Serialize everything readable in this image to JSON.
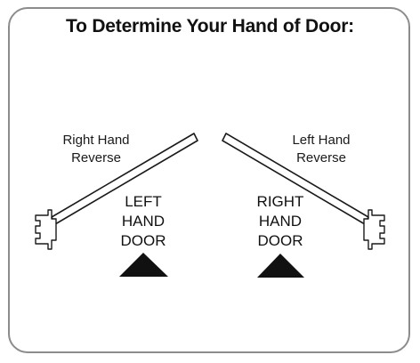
{
  "title": "To Determine Your Hand of Door:",
  "right_hand_reverse": {
    "line1": "Right Hand",
    "line2": "Reverse"
  },
  "left_hand_reverse": {
    "line1": "Left Hand",
    "line2": "Reverse"
  },
  "left_hand_door": {
    "line1": "LEFT",
    "line2": "HAND",
    "line3": "DOOR"
  },
  "right_hand_door": {
    "line1": "RIGHT",
    "line2": "HAND",
    "line3": "DOOR"
  },
  "colors": {
    "border": "#8c8c8c",
    "ink": "#111111"
  }
}
